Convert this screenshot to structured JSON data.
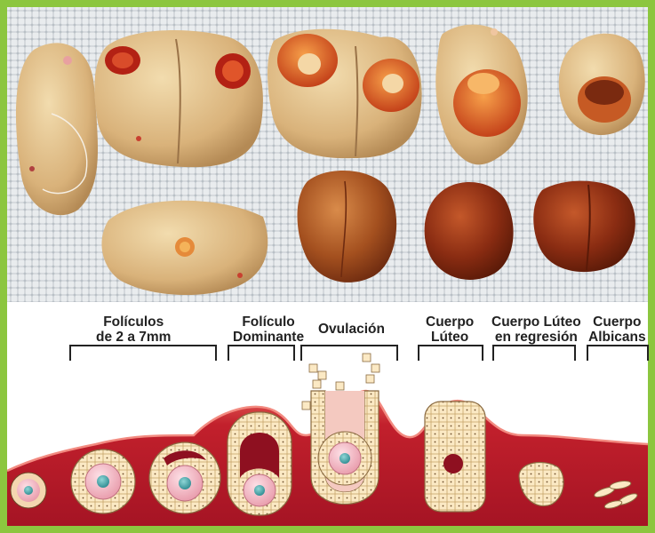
{
  "figure": {
    "stages": [
      {
        "id": "foliculos",
        "lines": [
          "Folículos",
          "de 2 a 7mm"
        ]
      },
      {
        "id": "dominante",
        "lines": [
          "Folículo",
          "Dominante"
        ]
      },
      {
        "id": "ovulacion",
        "lines": [
          "Ovulación"
        ]
      },
      {
        "id": "cuerpo-luteo",
        "lines": [
          "Cuerpo",
          "Lúteo"
        ]
      },
      {
        "id": "regresion",
        "lines": [
          "Cuerpo Lúteo",
          "en regresión"
        ]
      },
      {
        "id": "albicans",
        "lines": [
          "Cuerpo",
          "Albicans"
        ]
      }
    ],
    "colors": {
      "border": "#8cc63f",
      "tissue": "#b3192a",
      "cell": "#fbe9c4",
      "oocyte": "#f3b7c4",
      "nucleus": "#3a9aa0",
      "antrum": "#8e1020"
    }
  }
}
